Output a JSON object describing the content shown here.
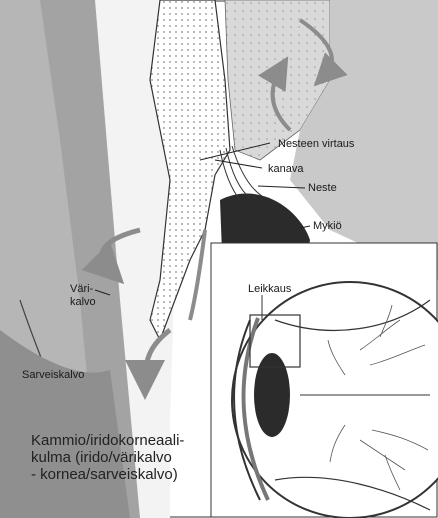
{
  "labels": {
    "fluid_flow": "Nesteen virtaus",
    "canal": "kanava",
    "fluid": "Neste",
    "lens": "Mykiö",
    "section": "Leikkaus",
    "iris": "Väri-\nkalvo",
    "cornea": "Sarveiskalvo"
  },
  "caption": "Kammio/iridokorneaali-\nkulma (irido/värikalvo\n- kornea/sarveiskalvo)",
  "colors": {
    "tissue_gray": "#9a9a9a",
    "arrow_gray": "#8c8c8c",
    "dark_lens": "#2b2b2b",
    "line": "#222222"
  }
}
